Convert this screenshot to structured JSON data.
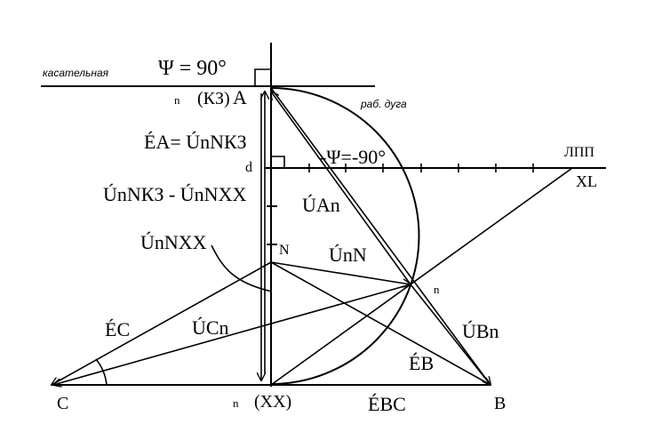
{
  "labels": {
    "psi_top": "Ψ =  90°",
    "tangent": "касательная",
    "n_kz": "n",
    "kz": "(КЗ)",
    "point_a": "A",
    "arc_label": "раб. дуга",
    "ea_eq": "ÉA= ÚnNКЗ",
    "d": "d",
    "psi_minus": "-Ψ=-90°",
    "lpp": "ЛПП",
    "xl": "XL",
    "diff": "ÚnNКЗ - ÚnNXX",
    "uan": "ÚAn",
    "unxx": "ÚnNXX",
    "point_n_big": "N",
    "unn": "ÚnN",
    "point_n_small": "n",
    "ec": "ÉC",
    "ucn": "ÚCn",
    "ubn": "ÚBn",
    "eb": "ÉB",
    "point_c": "C",
    "n_xx": "n",
    "xx": "(XX)",
    "ebc": "ÉBC",
    "point_b": "B"
  },
  "colors": {
    "ink": "#000000",
    "background": "#ffffff"
  }
}
